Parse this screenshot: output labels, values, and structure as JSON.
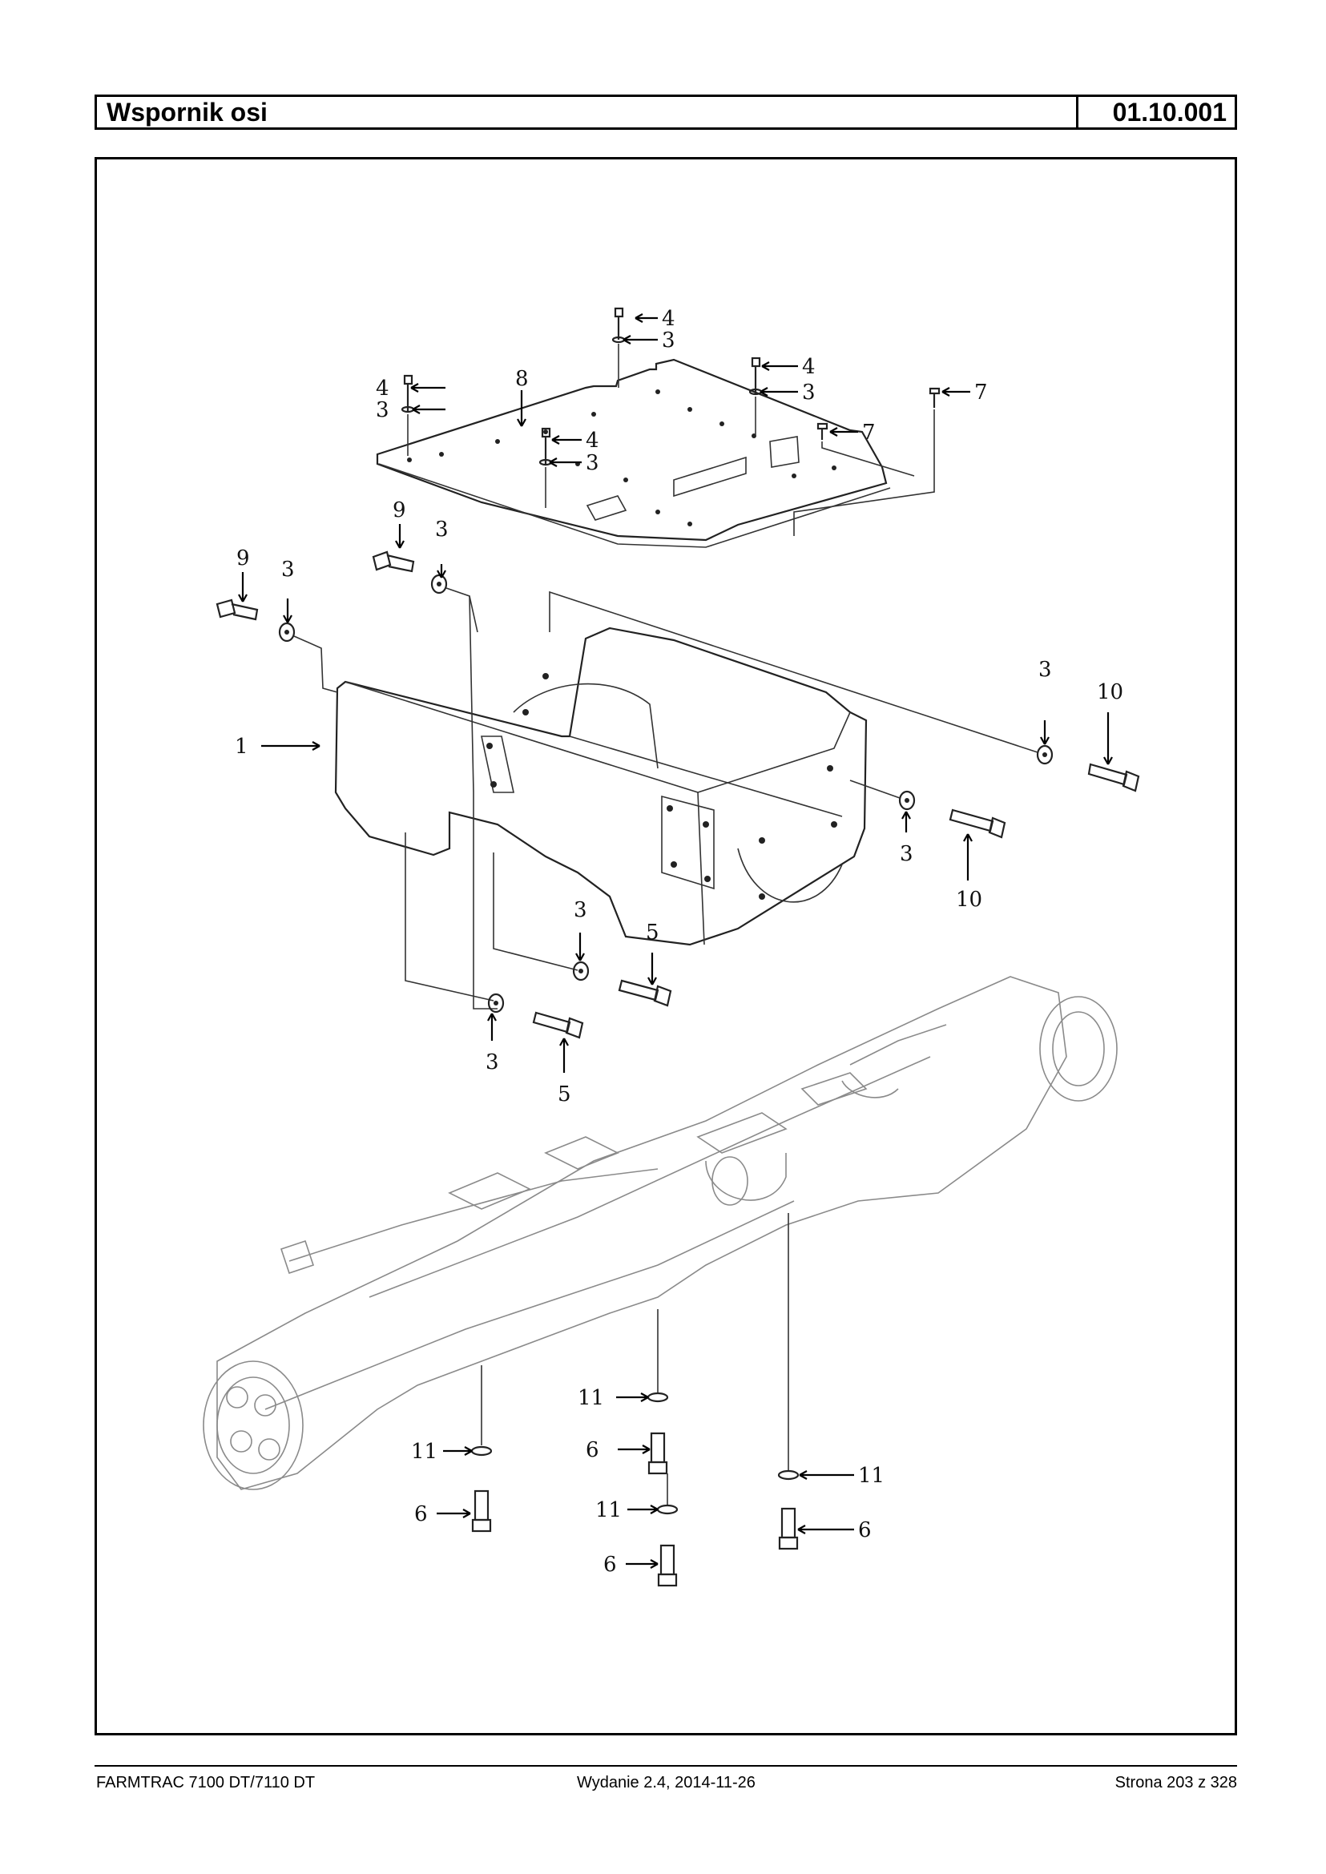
{
  "header": {
    "title": "Wspornik osi",
    "code": "01.10.001"
  },
  "callouts": [
    "4",
    "3",
    "4",
    "3",
    "8",
    "4",
    "3",
    "4",
    "3",
    "7",
    "7",
    "9",
    "3",
    "9",
    "3",
    "1",
    "3",
    "10",
    "3",
    "10",
    "3",
    "5",
    "3",
    "5",
    "11",
    "6",
    "11",
    "6",
    "11",
    "6",
    "11",
    "6"
  ],
  "footer": {
    "model": "FARMTRAC 7100 DT/7110 DT",
    "edition": "Wydanie 2.4,  2014-11-26",
    "page": "Strona 203 z 328"
  }
}
